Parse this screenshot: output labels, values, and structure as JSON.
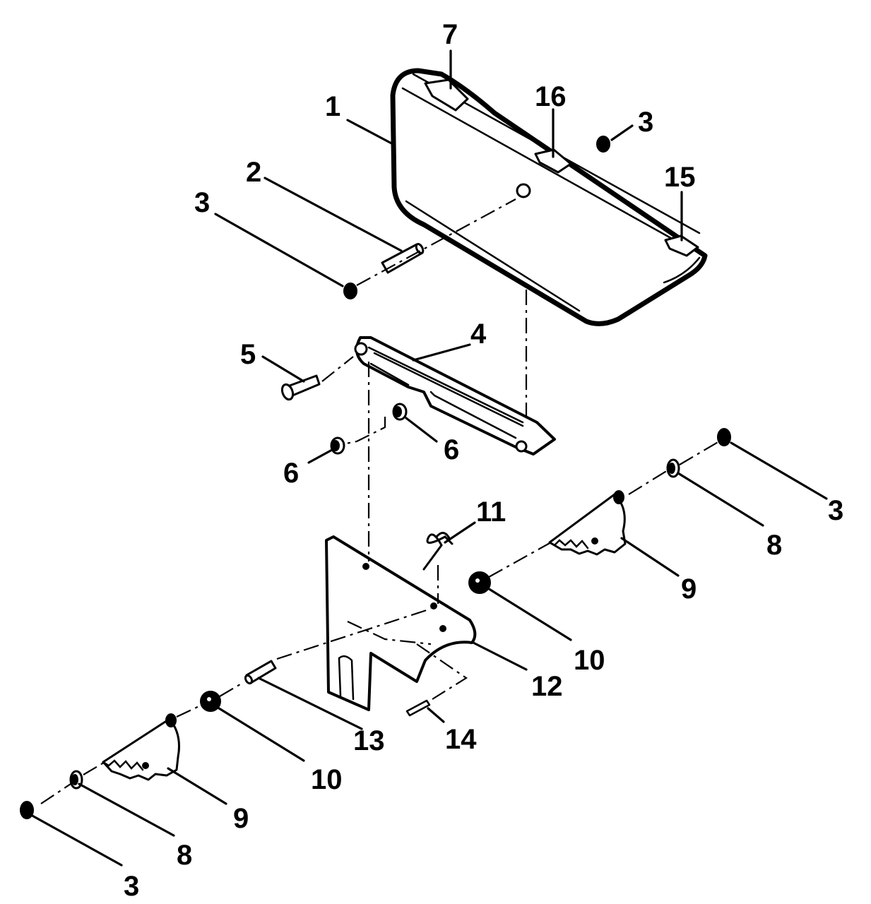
{
  "diagram": {
    "labels": {
      "p1": "1",
      "p2": "2",
      "p3a": "3",
      "p3b": "3",
      "p3c": "3",
      "p3d": "3",
      "p4": "4",
      "p5": "5",
      "p6a": "6",
      "p6b": "6",
      "p7": "7",
      "p8a": "8",
      "p8b": "8",
      "p9a": "9",
      "p9b": "9",
      "p10a": "10",
      "p10b": "10",
      "p11": "11",
      "p12": "12",
      "p13": "13",
      "p14": "14",
      "p15": "15",
      "p16": "16"
    }
  }
}
